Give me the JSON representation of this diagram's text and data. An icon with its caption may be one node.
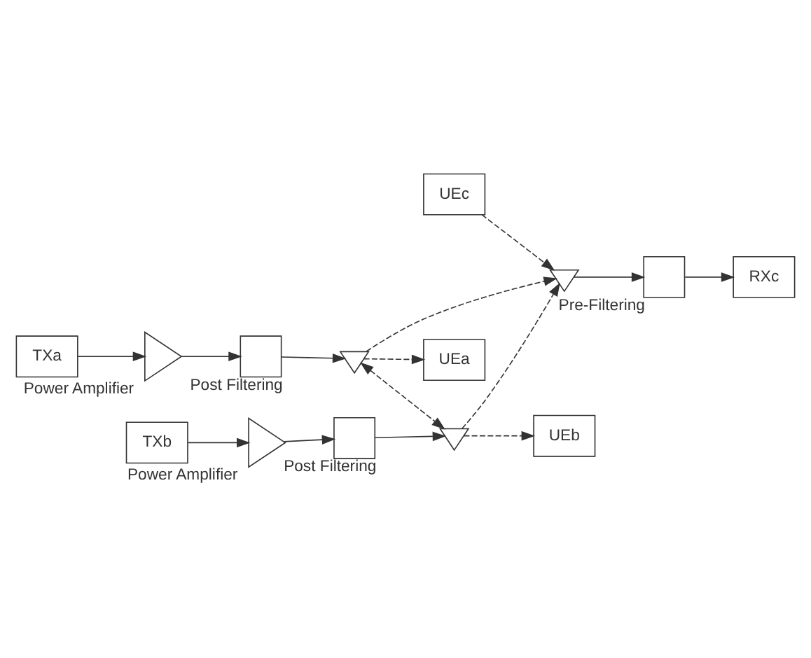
{
  "diagram": {
    "nodes": [
      {
        "text": [
          "UEa"
        ]
      },
      {
        "text": [
          "UEc"
        ]
      },
      {
        "text": [
          "TXa"
        ]
      },
      {
        "text": [
          "Power Amplifier"
        ]
      },
      {
        "text": [
          "Post Filtering"
        ]
      },
      {
        "text": [],
        "shape": "antenna"
      },
      {
        "text": [],
        "shape": "antenna"
      },
      {
        "text": [
          "Pre-Filtering"
        ]
      },
      {
        "text": [
          "RXc"
        ]
      },
      {
        "text": [],
        "shape": "antenna"
      },
      {
        "text": [
          "TXb"
        ]
      },
      {
        "text": [
          "Power Amplifier"
        ]
      },
      {
        "text": [
          "Post Filtering"
        ]
      },
      {
        "text": [
          "UEb"
        ]
      }
    ],
    "edges": [
      {
        "from": 2,
        "to": 3,
        "arrow": "to"
      },
      {
        "from": 3,
        "to": 4,
        "arrow": "to"
      },
      {
        "from": 4,
        "to": 5,
        "arrow": "to"
      },
      {
        "from": 5,
        "to": 0,
        "arrow": "to",
        "style": "dashed"
      },
      {
        "from": 5,
        "to": 6,
        "arrow": "to",
        "style": "dashed"
      },
      {
        "from": 5,
        "to": 9,
        "arrow": "both",
        "style": "dashed"
      },
      {
        "from": 1,
        "to": 6,
        "arrow": "to",
        "style": "dashed"
      },
      {
        "from": 9,
        "to": 6,
        "arrow": "to",
        "style": "dashed"
      },
      {
        "from": 6,
        "to": 7,
        "arrow": "to"
      },
      {
        "from": 7,
        "to": 8,
        "arrow": "to"
      },
      {
        "from": 10,
        "to": 11,
        "arrow": "to"
      },
      {
        "from": 11,
        "to": 12,
        "arrow": "to"
      },
      {
        "from": 12,
        "to": 9,
        "arrow": "to"
      },
      {
        "from": 9,
        "to": 13,
        "arrow": "to",
        "style": "dashed"
      }
    ]
  }
}
